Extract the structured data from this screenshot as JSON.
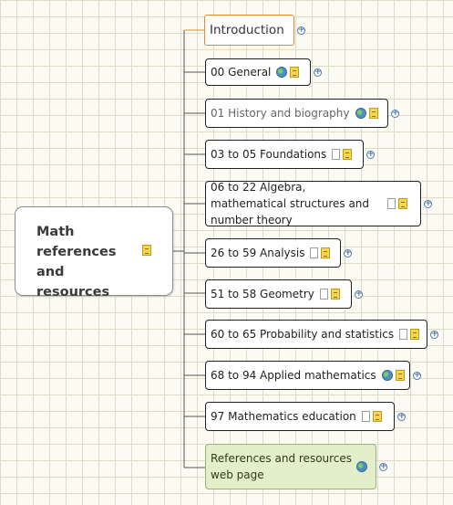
{
  "root": {
    "title": "Math references and resources"
  },
  "nodes": [
    {
      "label": "Introduction",
      "icons": []
    },
    {
      "label": "00 General",
      "icons": [
        "globe-icon",
        "note-icon"
      ]
    },
    {
      "label": "01 History and biography",
      "icons": [
        "globe-icon",
        "note-icon"
      ]
    },
    {
      "label": "03 to 05 Foundations",
      "icons": [
        "document-icon",
        "note-icon"
      ]
    },
    {
      "label": "06 to 22 Algebra, mathematical structures and number theory",
      "icons": [
        "document-icon",
        "note-icon"
      ]
    },
    {
      "label": "26 to 59 Analysis",
      "icons": [
        "document-icon",
        "note-icon"
      ]
    },
    {
      "label": "51 to 58 Geometry",
      "icons": [
        "document-icon",
        "note-icon"
      ]
    },
    {
      "label": "60 to 65 Probability and statistics",
      "icons": [
        "document-icon",
        "note-icon"
      ]
    },
    {
      "label": "68 to 94 Applied mathematics",
      "icons": [
        "globe-icon",
        "note-icon"
      ]
    },
    {
      "label": "97 Mathematics education",
      "icons": [
        "document-icon",
        "note-icon"
      ]
    },
    {
      "label": "References and resources web page",
      "icons": [
        "globe-icon"
      ]
    }
  ],
  "colors": {
    "connector": "#555555",
    "intro_connector": "#e08a2e",
    "intro_border": "#e08a2e",
    "green_fill": "#e3efca"
  }
}
